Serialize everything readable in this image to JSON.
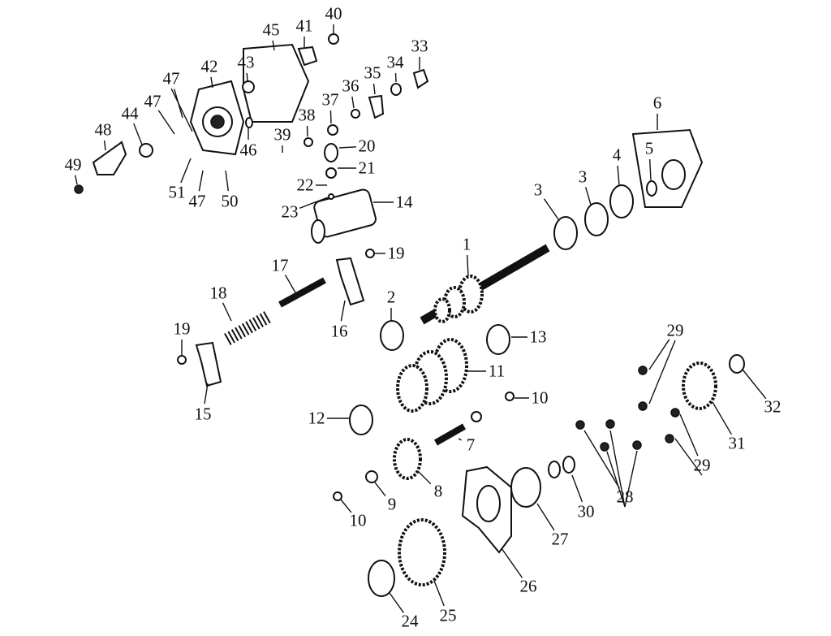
{
  "diagram": {
    "type": "exploded-parts-diagram",
    "callouts": [
      "40",
      "45",
      "41",
      "43",
      "42",
      "47",
      "47",
      "44",
      "48",
      "49",
      "51",
      "47",
      "50",
      "46",
      "39",
      "38",
      "37",
      "36",
      "35",
      "34",
      "33",
      "20",
      "21",
      "22",
      "23",
      "14",
      "6",
      "5",
      "4",
      "3",
      "3",
      "1",
      "19",
      "17",
      "18",
      "16",
      "2",
      "13",
      "11",
      "10",
      "19",
      "15",
      "12",
      "7",
      "8",
      "9",
      "10",
      "29",
      "29",
      "31",
      "32",
      "28",
      "30",
      "27",
      "26",
      "25",
      "24"
    ]
  }
}
